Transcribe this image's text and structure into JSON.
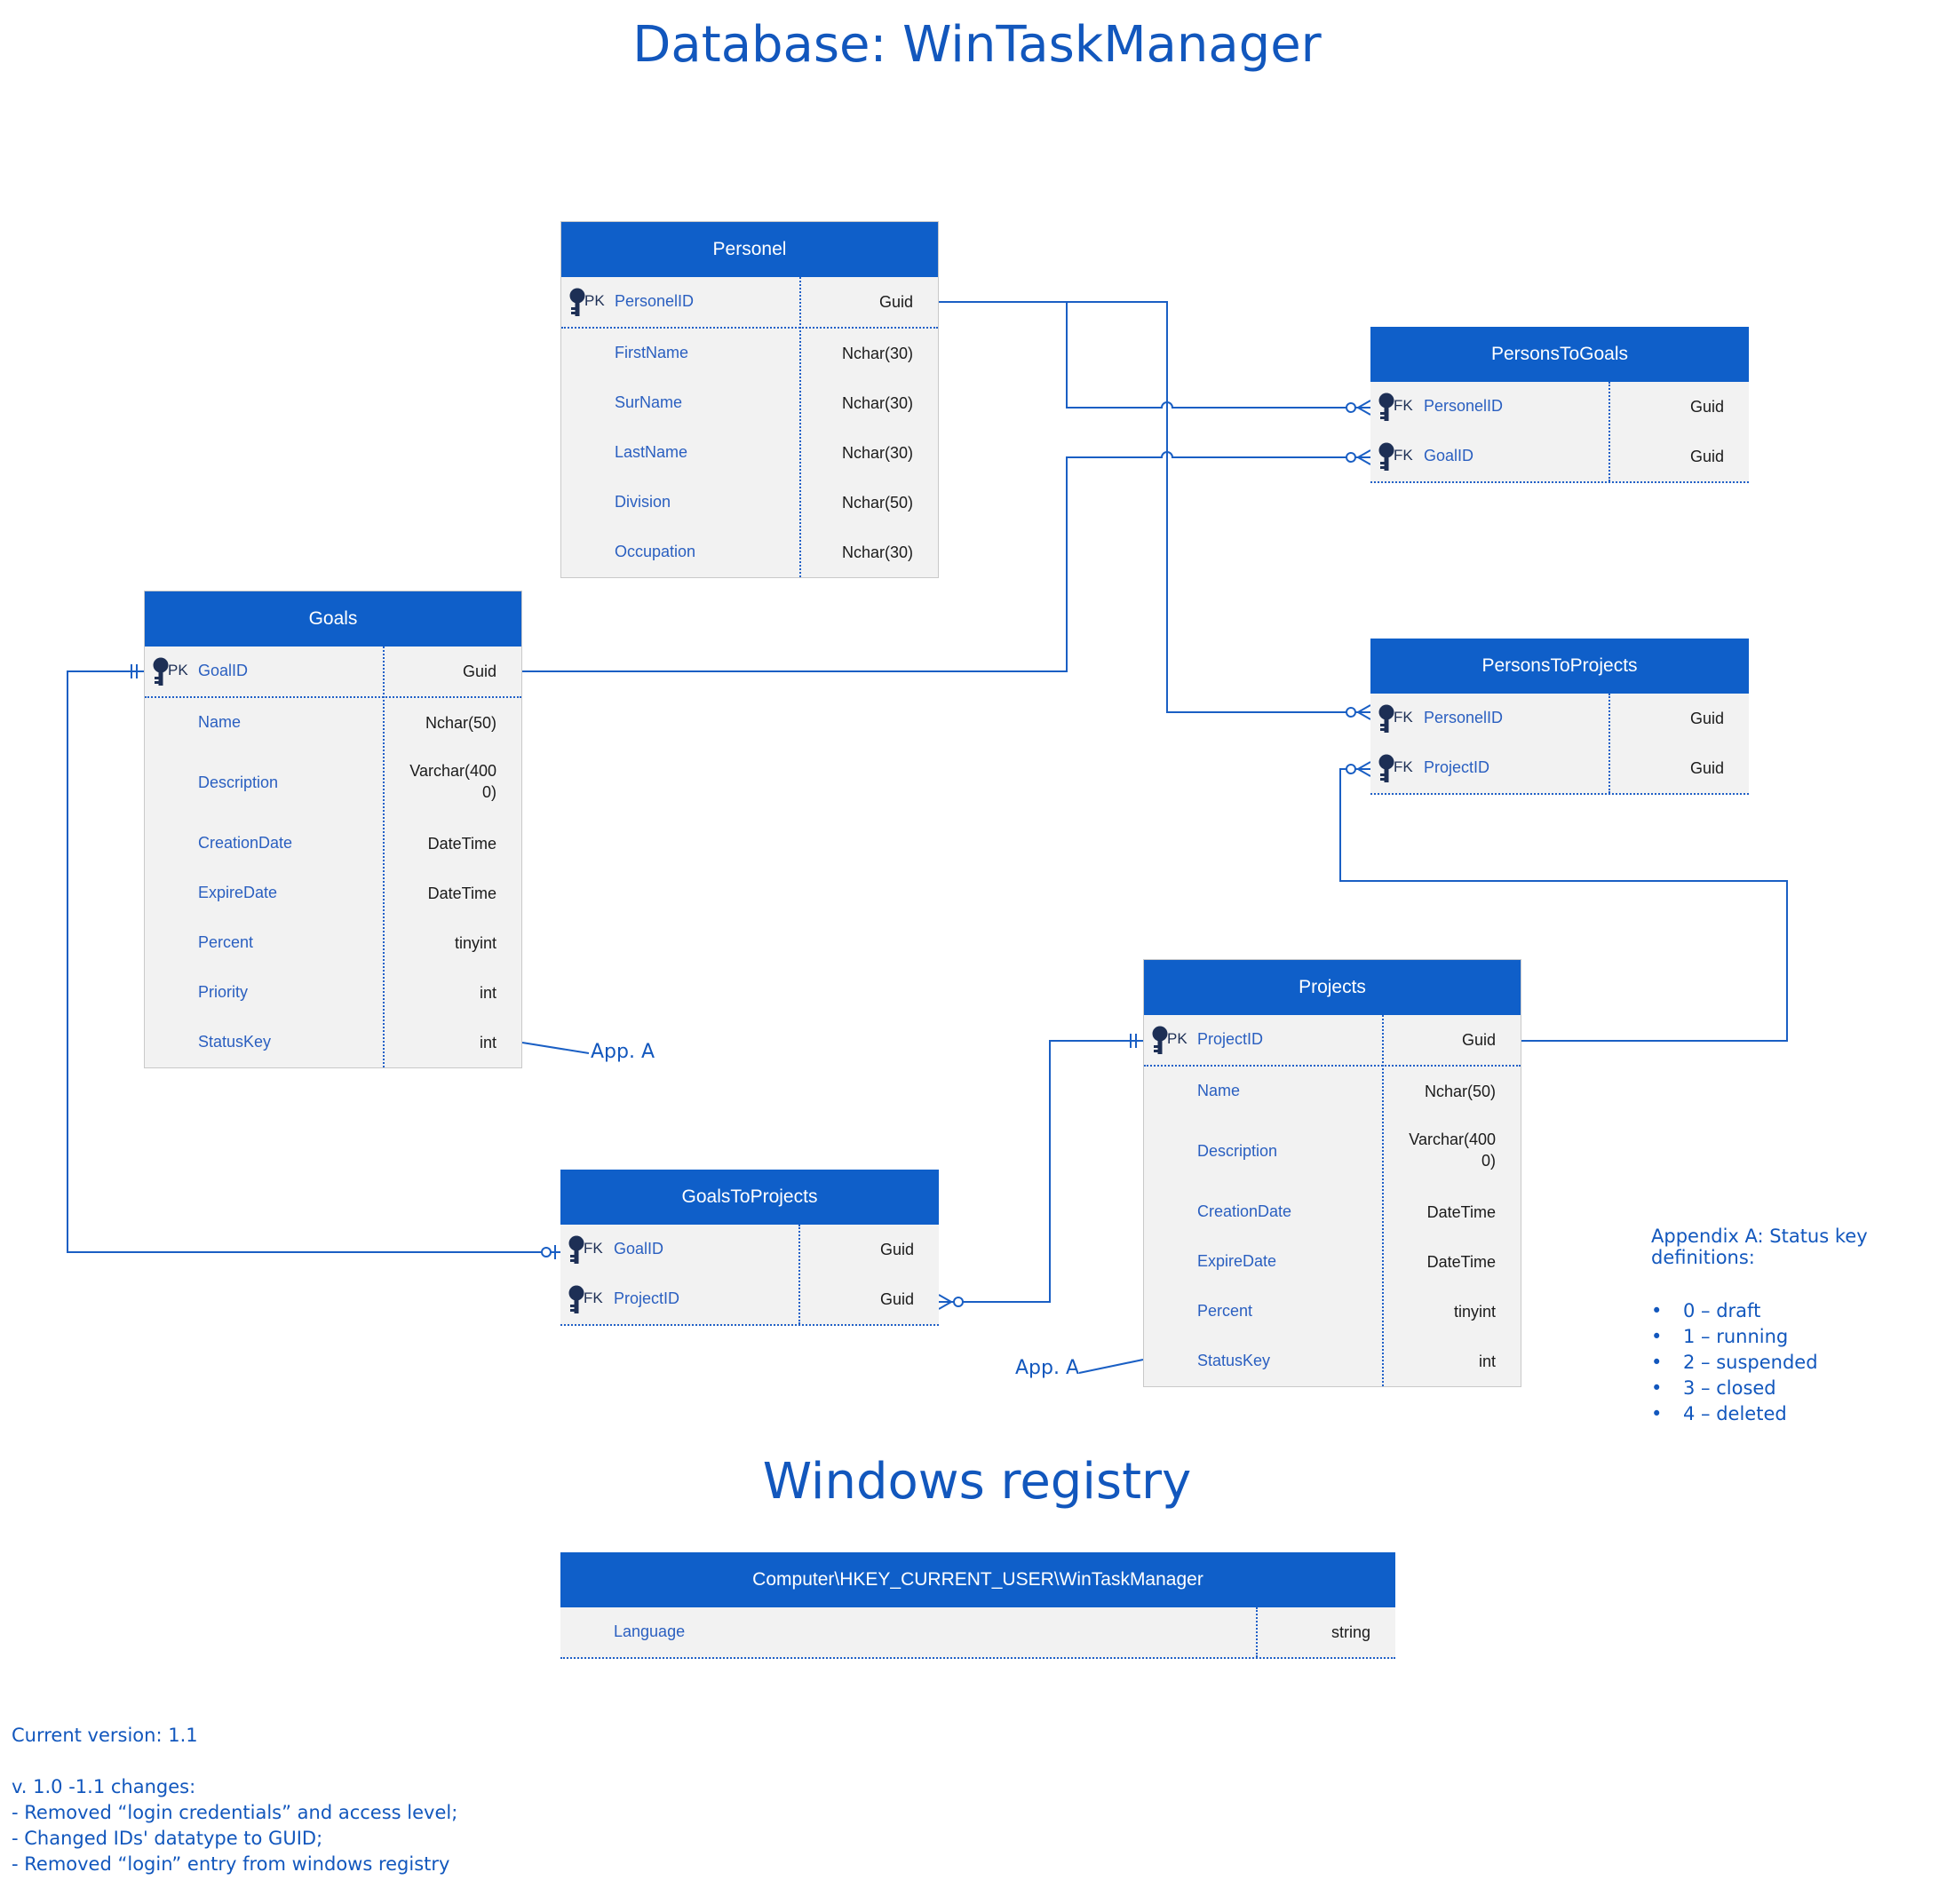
{
  "title": "Database: WinTaskManager",
  "registry_title": "Windows registry",
  "entities": {
    "personel": {
      "name": "Personel",
      "fields": [
        {
          "key": "PK",
          "name": "PersonelID",
          "type": "Guid"
        },
        {
          "key": "",
          "name": "FirstName",
          "type": "Nchar(30)"
        },
        {
          "key": "",
          "name": "SurName",
          "type": "Nchar(30)"
        },
        {
          "key": "",
          "name": "LastName",
          "type": "Nchar(30)"
        },
        {
          "key": "",
          "name": "Division",
          "type": "Nchar(50)"
        },
        {
          "key": "",
          "name": "Occupation",
          "type": "Nchar(30)"
        }
      ]
    },
    "goals": {
      "name": "Goals",
      "fields": [
        {
          "key": "PK",
          "name": "GoalID",
          "type": "Guid"
        },
        {
          "key": "",
          "name": "Name",
          "type": "Nchar(50)"
        },
        {
          "key": "",
          "name": "Description",
          "type": "Varchar(4000)"
        },
        {
          "key": "",
          "name": "CreationDate",
          "type": "DateTime"
        },
        {
          "key": "",
          "name": "ExpireDate",
          "type": "DateTime"
        },
        {
          "key": "",
          "name": "Percent",
          "type": "tinyint"
        },
        {
          "key": "",
          "name": "Priority",
          "type": "int"
        },
        {
          "key": "",
          "name": "StatusKey",
          "type": "int"
        }
      ]
    },
    "persons_to_goals": {
      "name": "PersonsToGoals",
      "fields": [
        {
          "key": "FK",
          "name": "PersonelID",
          "type": "Guid"
        },
        {
          "key": "FK",
          "name": "GoalID",
          "type": "Guid"
        }
      ]
    },
    "persons_to_projects": {
      "name": "PersonsToProjects",
      "fields": [
        {
          "key": "FK",
          "name": "PersonelID",
          "type": "Guid"
        },
        {
          "key": "FK",
          "name": "ProjectID",
          "type": "Guid"
        }
      ]
    },
    "projects": {
      "name": "Projects",
      "fields": [
        {
          "key": "PK",
          "name": "ProjectID",
          "type": "Guid"
        },
        {
          "key": "",
          "name": "Name",
          "type": "Nchar(50)"
        },
        {
          "key": "",
          "name": "Description",
          "type": "Varchar(4000)"
        },
        {
          "key": "",
          "name": "CreationDate",
          "type": "DateTime"
        },
        {
          "key": "",
          "name": "ExpireDate",
          "type": "DateTime"
        },
        {
          "key": "",
          "name": "Percent",
          "type": "tinyint"
        },
        {
          "key": "",
          "name": "StatusKey",
          "type": "int"
        }
      ]
    },
    "goals_to_projects": {
      "name": "GoalsToProjects",
      "fields": [
        {
          "key": "FK",
          "name": "GoalID",
          "type": "Guid"
        },
        {
          "key": "FK",
          "name": "ProjectID",
          "type": "Guid"
        }
      ]
    }
  },
  "registry": {
    "name": "Computer\\HKEY_CURRENT_USER\\WinTaskManager",
    "field": {
      "name": "Language",
      "type": "string"
    }
  },
  "app_ref_label": "App. A",
  "appendix": {
    "title": "Appendix A: Status key definitions:",
    "items": [
      "0 – draft",
      "1 – running",
      "2 – suspended",
      "3 – closed",
      "4 – deleted"
    ]
  },
  "notes": {
    "version": "Current version: 1.1",
    "changes_title": "v. 1.0 -1.1 changes:",
    "changes": [
      "- Removed “login credentials” and access level;",
      "- Changed IDs' datatype to GUID;",
      "- Removed “login” entry from windows registry"
    ]
  },
  "colors": {
    "header": "#0f5fc9",
    "line": "#1a5fc4",
    "text_blue": "#1257bd",
    "row_bg": "#f2f2f2"
  }
}
